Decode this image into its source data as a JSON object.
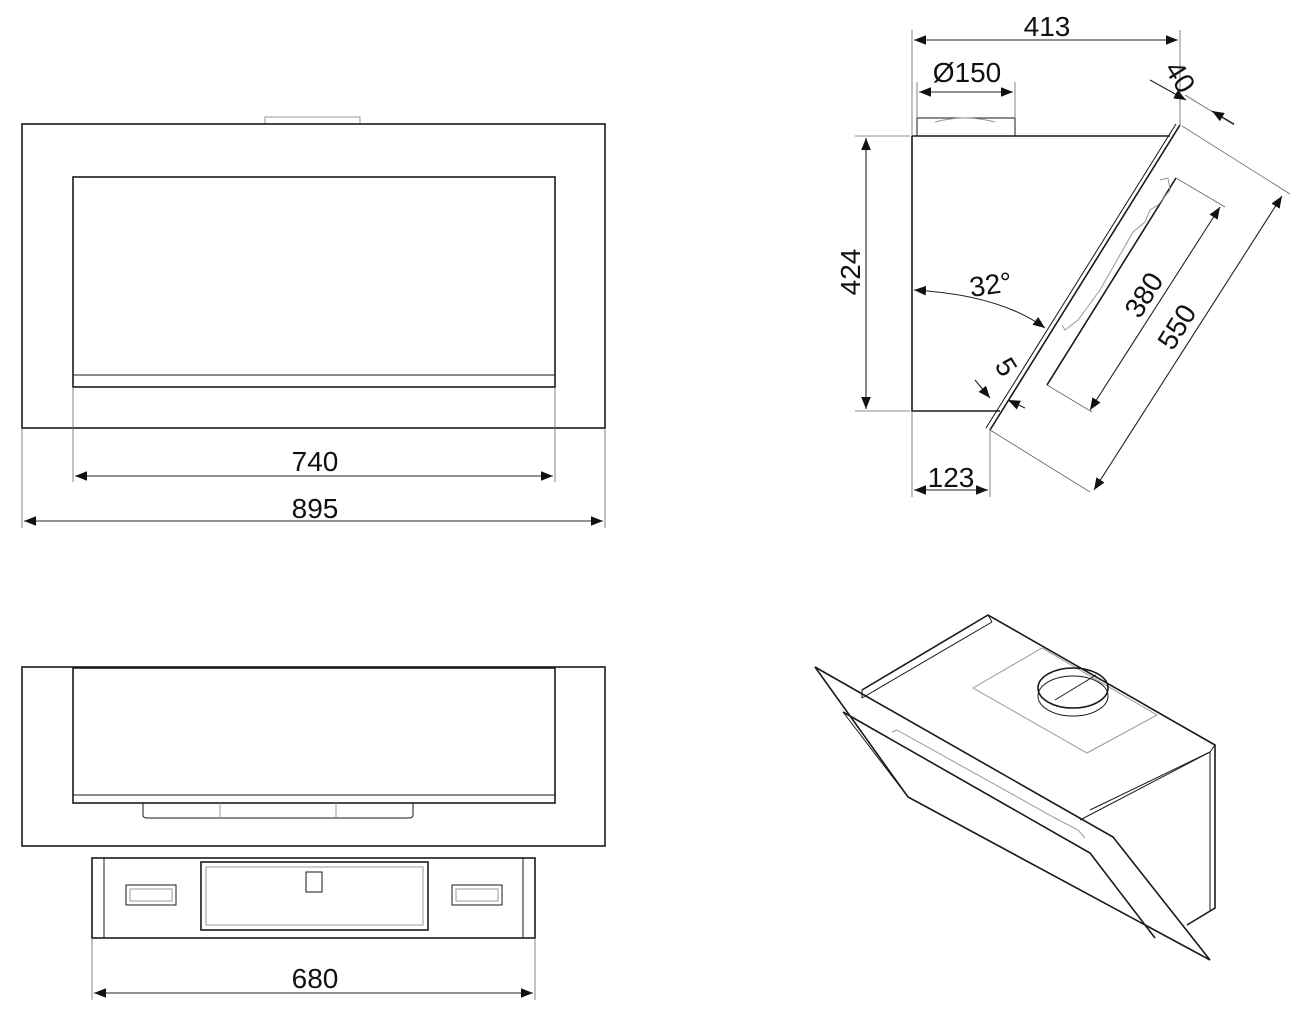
{
  "front_view": {
    "width_inner": "740",
    "width_outer": "895"
  },
  "bottom_view": {
    "width_base": "680"
  },
  "side_view": {
    "depth_top": "413",
    "duct_diameter": "Ø150",
    "glass_thickness_offset": "40",
    "height": "424",
    "angle": "32°",
    "inner_length": "380",
    "glass_length": "550",
    "gap": "5",
    "depth_bottom": "123"
  }
}
